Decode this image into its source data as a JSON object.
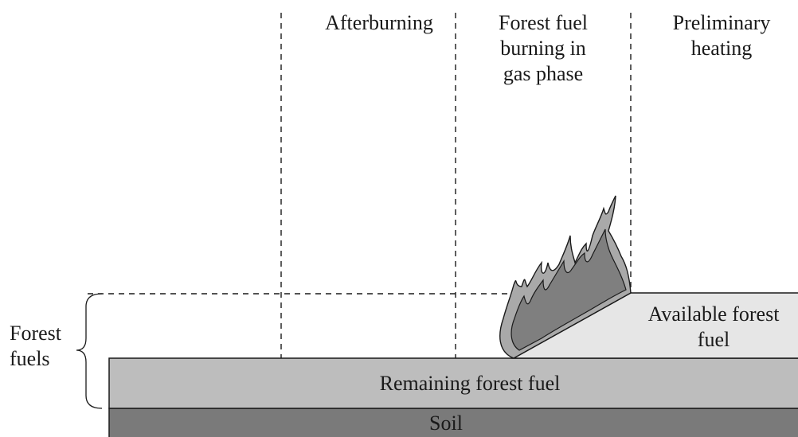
{
  "zones": {
    "afterburning": "Afterburning",
    "gas_phase": [
      "Forest fuel",
      "burning in",
      "gas phase"
    ],
    "preheating": [
      "Preliminary",
      "heating"
    ]
  },
  "layers": {
    "available_fuel": [
      "Available forest",
      "fuel"
    ],
    "remaining_fuel": "Remaining forest fuel",
    "soil": "Soil"
  },
  "brace_label": [
    "Forest",
    "fuels"
  ],
  "colors": {
    "soil": "#7a7a7a",
    "remaining_fuel": "#bdbdbd",
    "available_fuel": "#e6e6e6",
    "flame_outer": "#a9a9a9",
    "flame_inner": "#7f7f7f",
    "line": "#1a1a1a"
  }
}
